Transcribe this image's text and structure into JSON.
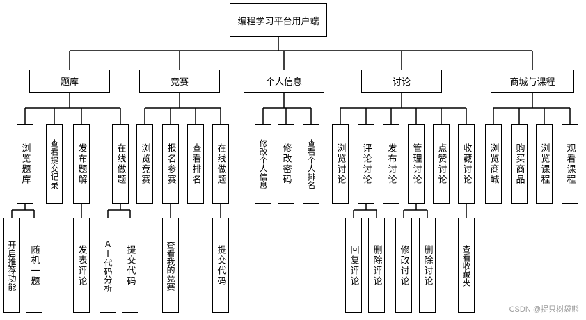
{
  "root": "编程学习平台用户端",
  "categories": [
    {
      "id": "tiku",
      "label": "题库",
      "children": [
        {
          "label": "浏览题库",
          "children": [
            "开启推荐功能",
            "随机一题"
          ]
        },
        {
          "label": "查看提交记录",
          "children": []
        },
        {
          "label": "发布题解",
          "children": [
            "发表评论"
          ]
        },
        {
          "label": "在线做题",
          "children": [
            "AI代码分析",
            "提交代码"
          ]
        }
      ]
    },
    {
      "id": "jingsai",
      "label": "竞赛",
      "children": [
        {
          "label": "浏览竞赛",
          "children": []
        },
        {
          "label": "报名参赛",
          "children": [
            "查看我的竞赛"
          ]
        },
        {
          "label": "查看排名",
          "children": []
        },
        {
          "label": "在线做题",
          "children": [
            "提交代码"
          ]
        }
      ]
    },
    {
      "id": "personal",
      "label": "个人信息",
      "children": [
        {
          "label": "修改个人信息",
          "children": []
        },
        {
          "label": "修改密码",
          "children": []
        },
        {
          "label": "查看个人排名",
          "children": []
        }
      ]
    },
    {
      "id": "taolun",
      "label": "讨论",
      "children": [
        {
          "label": "浏览讨论",
          "children": []
        },
        {
          "label": "评论讨论",
          "children": [
            "回复评论",
            "删除评论"
          ]
        },
        {
          "label": "发布讨论",
          "children": []
        },
        {
          "label": "管理讨论",
          "children": [
            "修改讨论",
            "删除讨论"
          ]
        },
        {
          "label": "点赞讨论",
          "children": []
        },
        {
          "label": "收藏讨论",
          "children": [
            "查看收藏夹"
          ]
        }
      ]
    },
    {
      "id": "shop",
      "label": "商城与课程",
      "children": [
        {
          "label": "浏览商城",
          "children": []
        },
        {
          "label": "购买商品",
          "children": []
        },
        {
          "label": "浏览课程",
          "children": []
        },
        {
          "label": "观看课程",
          "children": []
        }
      ]
    }
  ],
  "watermark": "CSDN @捉只树袋熊"
}
